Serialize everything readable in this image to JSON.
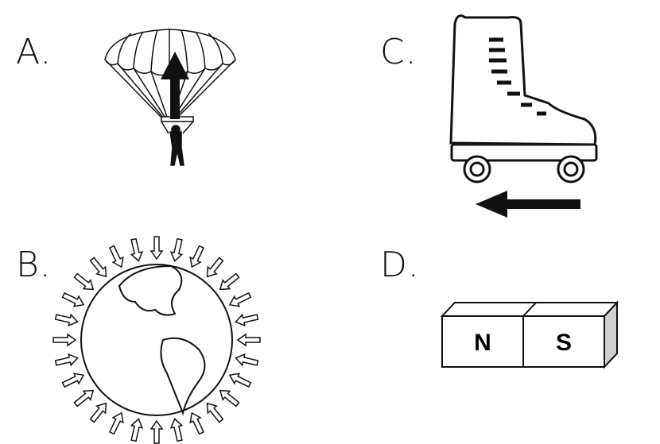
{
  "labels": {
    "a": "A.",
    "b": "B.",
    "c": "C.",
    "d": "D."
  },
  "magnet": {
    "north": "N",
    "south": "S"
  },
  "colors": {
    "ink": "#111111",
    "background": "#ffffff",
    "magnet_side": "#cfcfcf"
  }
}
